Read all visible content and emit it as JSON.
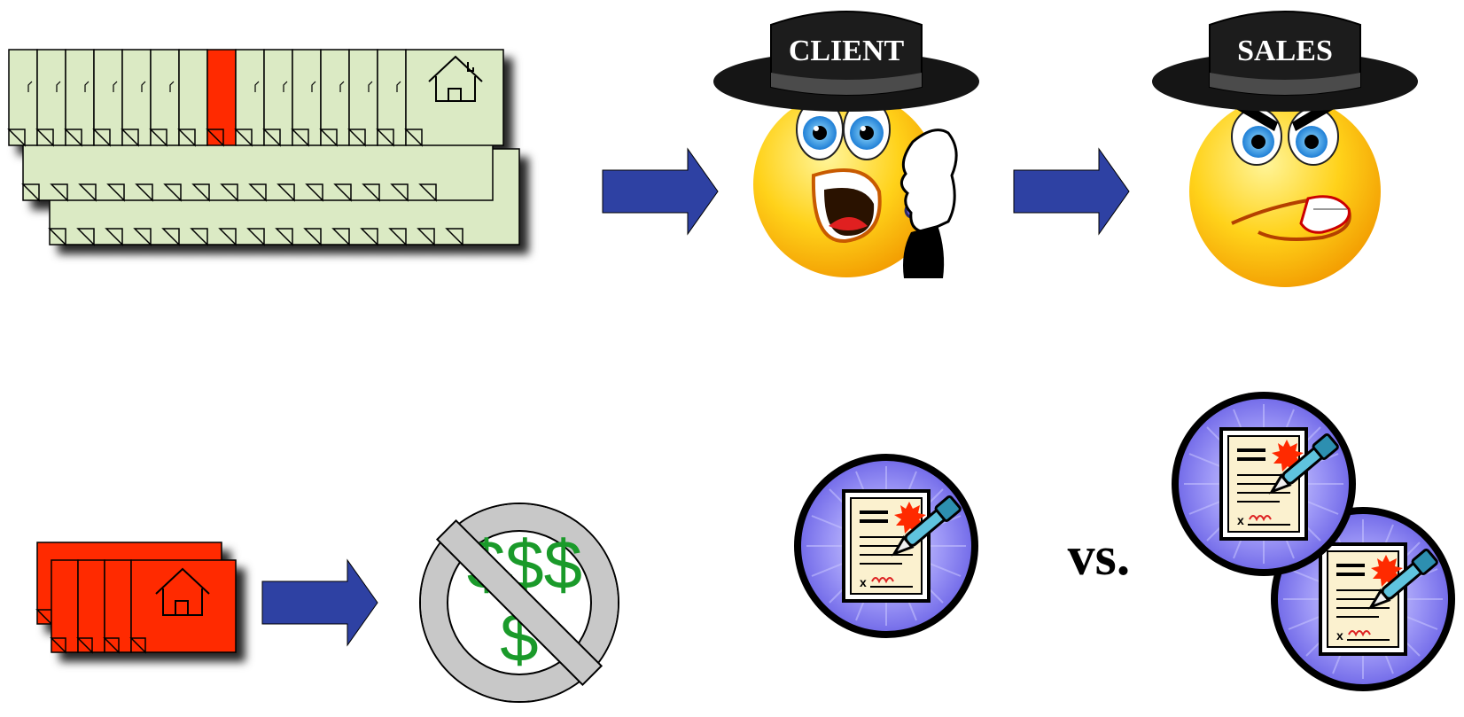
{
  "labels": {
    "client_hat": "CLIENT",
    "sales_hat": "SALES",
    "dollars_top": "$$$",
    "dollars_bottom": "$",
    "versus": "vs."
  },
  "colors": {
    "page_green": "#dbeac4",
    "page_red": "#ff2a00",
    "arrow_blue": "#2e41a3",
    "smiley_yellow": "#ffd21a",
    "badge_purple": "#8a82f0",
    "no_sign_gray": "#c8c8c8",
    "dollar_green": "#1a9a2a",
    "hat_black": "#151515"
  },
  "icons": {
    "page_stack_large": "house-document-stack-icon",
    "page_stack_small": "red-house-document-stack-icon",
    "client": "angry-client-smiley-on-phone-icon",
    "sales": "grumpy-sales-smiley-icon",
    "no_money": "no-money-prohibition-icon",
    "contract": "signed-contract-badge-icon",
    "arrow": "right-arrow-icon"
  }
}
